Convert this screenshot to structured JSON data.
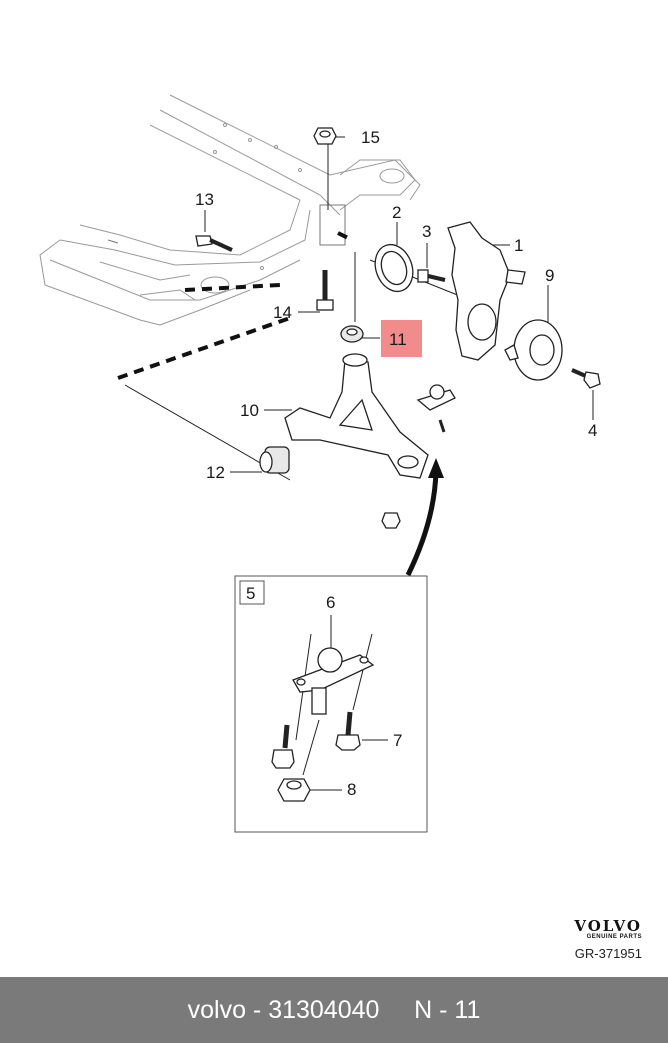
{
  "callouts": {
    "n1": "1",
    "n2": "2",
    "n3": "3",
    "n4": "4",
    "n5": "5",
    "n6": "6",
    "n7": "7",
    "n8": "8",
    "n9": "9",
    "n10": "10",
    "n11": "11",
    "n12": "12",
    "n13": "13",
    "n14": "14",
    "n15": "15"
  },
  "highlight": {
    "color": "#f28b8b",
    "part": "11"
  },
  "brand": {
    "logo_word": "VOLVO",
    "logo_sub": "GENUINE PARTS"
  },
  "drawing_number": "GR-371951",
  "footer": {
    "text": "volvo - 31304040     N - 11",
    "background": "#7a7a7a"
  }
}
